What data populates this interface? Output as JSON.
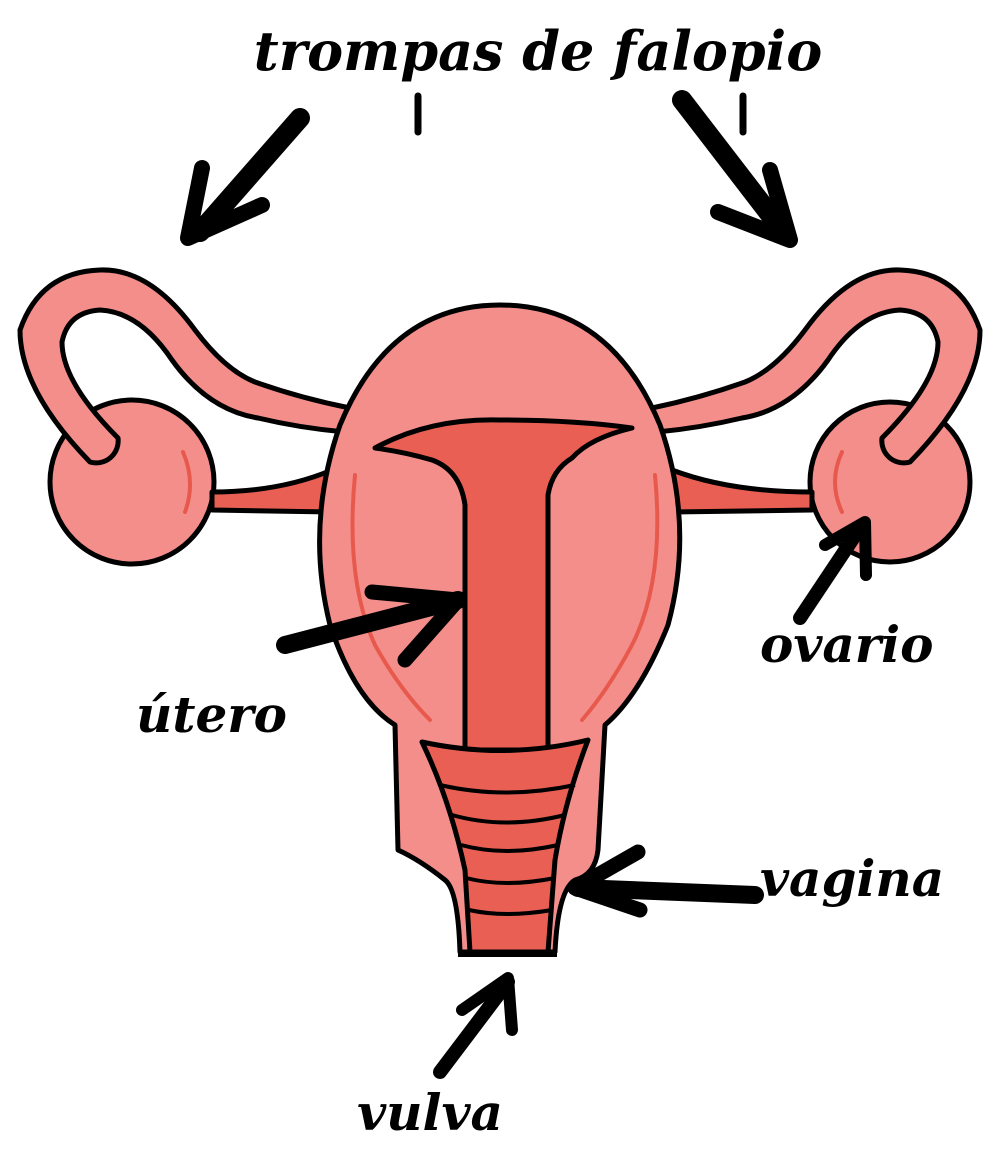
{
  "labels": {
    "fallopian_tubes": "trompas de falopio",
    "uterus": "útero",
    "ovary": "ovario",
    "vagina": "vagina",
    "vulva": "vulva"
  },
  "colors": {
    "background": "#ffffff",
    "tissue_light": "#f48e8b",
    "tissue_dark": "#ea5f53",
    "tissue_line": "#e8594d",
    "outline": "#000000"
  }
}
